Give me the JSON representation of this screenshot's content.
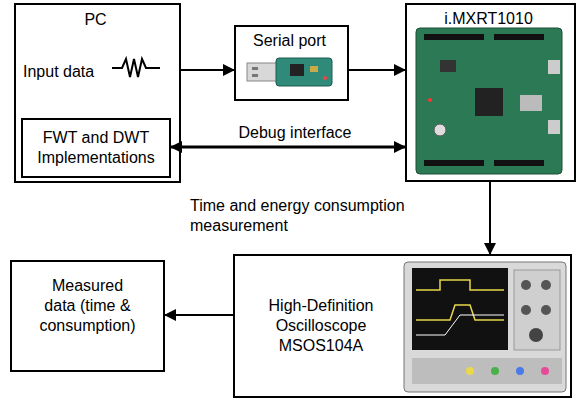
{
  "diagram": {
    "nodes": [
      {
        "text": [
          "PC",
          "Input data"
        ]
      },
      {
        "text": [
          "FWT and DWT Implementations"
        ],
        "in": 0
      },
      {
        "text": [
          "Serial port"
        ]
      },
      {
        "text": [
          "i.MXRT1010"
        ]
      },
      {
        "text": [
          "High-Definition Oscilloscope MSOS104A"
        ]
      },
      {
        "text": [
          "Measured data (time & consumption)"
        ]
      }
    ],
    "edges": [
      {
        "from": 0,
        "to": 2,
        "arrow": "to"
      },
      {
        "from": 2,
        "to": 3,
        "arrow": "to"
      },
      {
        "from": 1,
        "to": 3,
        "label": "Debug interface",
        "arrow": "both"
      },
      {
        "from": 3,
        "to": 4,
        "label": "Time and energy consumption measurement",
        "arrow": "to"
      },
      {
        "from": 4,
        "to": 5,
        "arrow": "to"
      }
    ]
  }
}
